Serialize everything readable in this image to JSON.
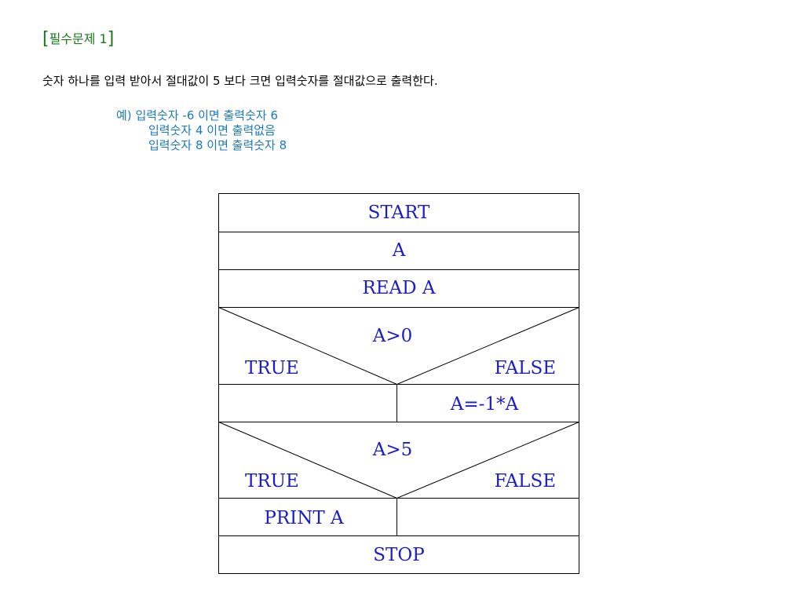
{
  "heading": {
    "open_bracket": "[",
    "title": "필수문제 1",
    "close_bracket": "]"
  },
  "problem_text": "숫자 하나를 입력 받아서 절대값이 5 보다 크면 입력숫자를 절대값으로 출력한다.",
  "examples": {
    "prefix": "예)",
    "lines": [
      "입력숫자 -6 이면 출력숫자 6",
      "입력숫자 4 이면 출력없음",
      "입력숫자 8 이면 출력숫자 8"
    ]
  },
  "flowchart": {
    "start": "START",
    "declare": "A",
    "read": "READ A",
    "decision1": {
      "condition": "A>0",
      "true_label": "TRUE",
      "false_label": "FALSE",
      "true_action": "",
      "false_action": "A=-1*A"
    },
    "decision2": {
      "condition": "A>5",
      "true_label": "TRUE",
      "false_label": "FALSE",
      "true_action": "PRINT A",
      "false_action": ""
    },
    "stop": "STOP"
  },
  "colors": {
    "heading": "#1a7a1a",
    "example_text": "#1a78c2",
    "flowchart_text": "#1c1cc8",
    "flowchart_lines": "#000000"
  }
}
